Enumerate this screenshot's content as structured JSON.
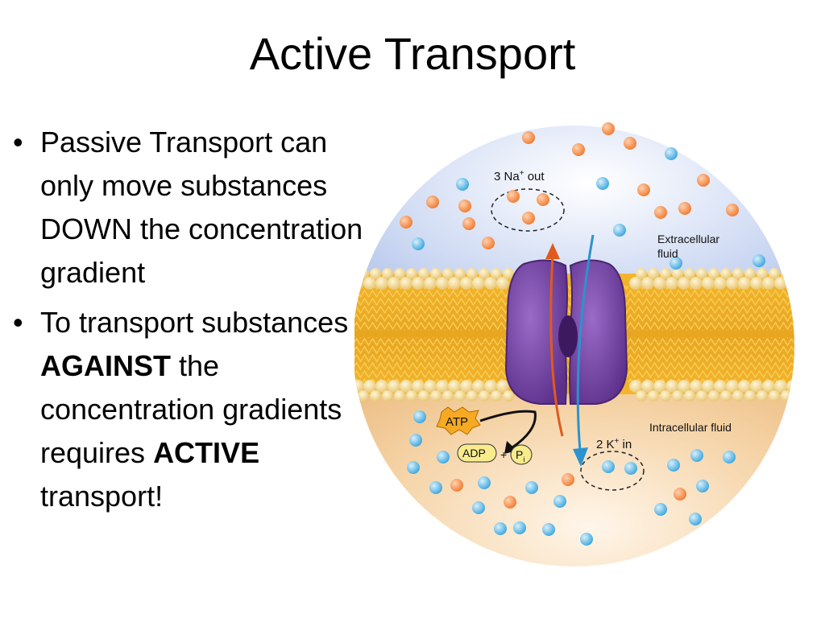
{
  "slide": {
    "title": "Active Transport",
    "bullet1": "Passive Transport can only move substances DOWN the concentration gradient",
    "bullet2": {
      "part1": "To transport substances ",
      "bold1": "AGAINST",
      "part2": " the concentration gradients requires ",
      "bold2": "ACTIVE",
      "part3": " transport!"
    }
  },
  "diagram": {
    "na_label": "3 Na",
    "na_sup": "+",
    "na_suffix": " out",
    "k_label": "2 K",
    "k_sup": "+",
    "k_suffix": " in",
    "extracellular_line1": "Extracellular",
    "extracellular_line2": "fluid",
    "intracellular": "Intracellular fluid",
    "atp": "ATP",
    "adp": "ADP",
    "plus": "+",
    "pi": "P",
    "pi_sub": "i",
    "colors": {
      "sodium": "#f07a2f",
      "potassium": "#3aa6de",
      "protein": "#7a4aa8",
      "lipid": "#e8b43a",
      "arrow_out": "#e05a1c",
      "arrow_in": "#2b93cf"
    }
  }
}
